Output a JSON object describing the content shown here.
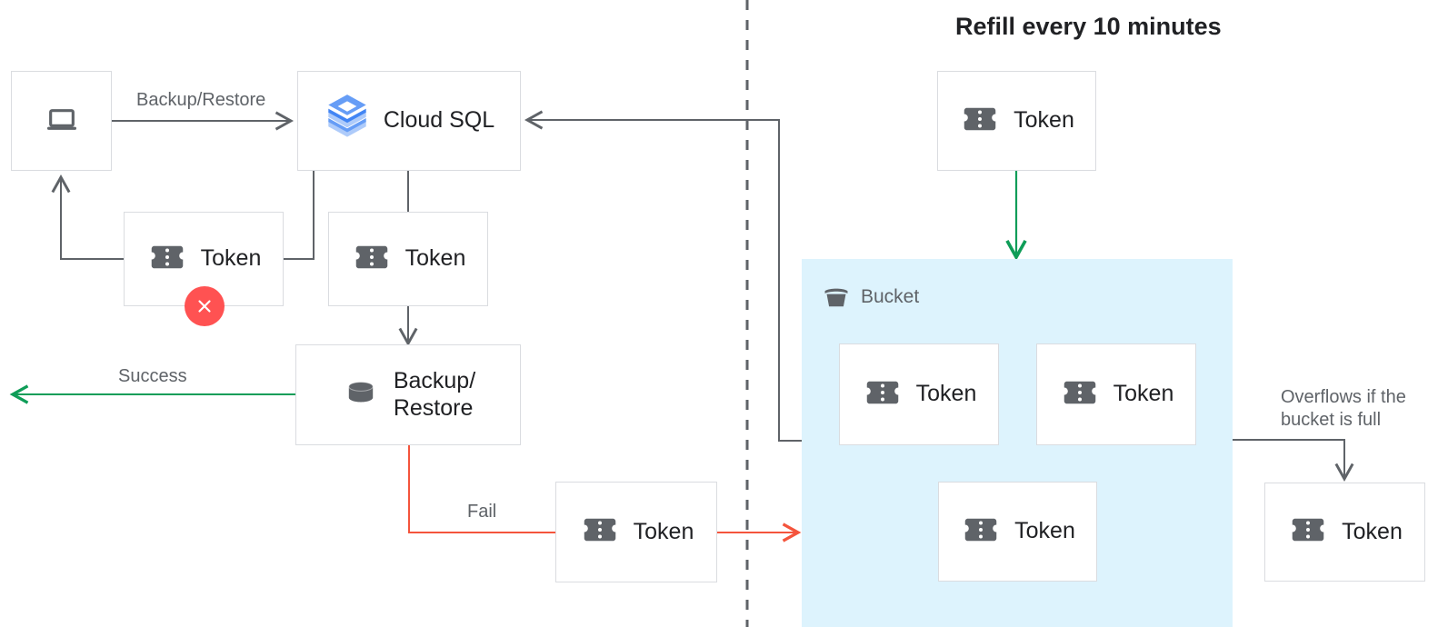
{
  "title": "Refill every 10 minutes",
  "colors": {
    "box_border": "#dadce0",
    "text_dark": "#202124",
    "text_gray": "#5f6368",
    "line_gray": "#5f6368",
    "green": "#0f9d58",
    "red": "#f4543c",
    "fail_badge": "#ff5252",
    "bucket_fill": "#ddf3fd",
    "icon_gray": "#5f6368",
    "cloudsql_blue": "#4285f4",
    "cloudsql_blue_light": "#aecbfa"
  },
  "nodes": {
    "client": {
      "icon": "laptop-icon",
      "label": ""
    },
    "cloud_sql": {
      "icon": "cloud-sql-icon",
      "label": "Cloud SQL"
    },
    "token_client": {
      "icon": "token-icon",
      "label": "Token",
      "badge": "fail-badge-x"
    },
    "token_sql": {
      "icon": "token-icon",
      "label": "Token"
    },
    "backup_restore": {
      "icon": "database-icon",
      "label": "Backup/\nRestore"
    },
    "token_fail": {
      "icon": "token-icon",
      "label": "Token"
    },
    "token_refill": {
      "icon": "token-icon",
      "label": "Token"
    },
    "token_bucket_1": {
      "icon": "token-icon",
      "label": "Token"
    },
    "token_bucket_2": {
      "icon": "token-icon",
      "label": "Token"
    },
    "token_bucket_3": {
      "icon": "token-icon",
      "label": "Token"
    },
    "token_overflow": {
      "icon": "token-icon",
      "label": "Token"
    }
  },
  "bucket": {
    "icon": "bucket-icon",
    "label": "Bucket"
  },
  "edges": {
    "backup_restore_label": "Backup/Restore",
    "success_label": "Success",
    "fail_label": "Fail",
    "overflow_label": "Overflows if the\nbucket is full"
  }
}
